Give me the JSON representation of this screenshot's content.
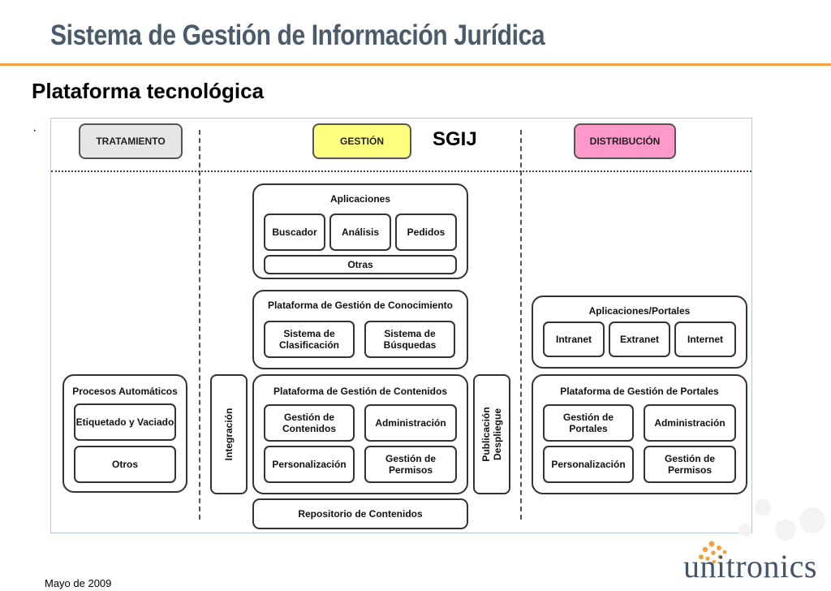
{
  "slide": {
    "title": "Sistema de Gestión de Información Jurídica",
    "subtitle": "Plataforma tecnológica",
    "bullet": "·",
    "footer": "Mayo de 2009",
    "logo": "unitronics"
  },
  "colors": {
    "title": "#4a5b6b",
    "accent_rule": "#f0a040",
    "tratamiento": "#e6e6e6",
    "gestion": "#ffff80",
    "distribucion": "#ff99cc",
    "logo_dots": "#f0a040"
  },
  "diagram": {
    "label": "SGIJ",
    "headers": {
      "tratamiento": "TRATAMIENTO",
      "gestion": "GESTIÓN",
      "distribucion": "DISTRIBUCIÓN"
    },
    "aplicaciones": {
      "title": "Aplicaciones",
      "items": [
        "Buscador",
        "Análisis",
        "Pedidos"
      ],
      "other": "Otras"
    },
    "conocimiento": {
      "title": "Plataforma de Gestión de Conocimiento",
      "items": [
        "Sistema de Clasificación",
        "Sistema de Búsquedas"
      ]
    },
    "procesos": {
      "title": "Procesos Automáticos",
      "items": [
        "Etiquetado y Vaciado",
        "Otros"
      ]
    },
    "integracion": "Integración",
    "contenidos": {
      "title": "Plataforma de Gestión de Contenidos",
      "items": [
        "Gestión de Contenidos",
        "Administración",
        "Personalización",
        "Gestión de Permisos"
      ]
    },
    "publicacion": [
      "Publicación",
      "Despliegue"
    ],
    "repositorio": "Repositorio de Contenidos",
    "portales_apps": {
      "title": "Aplicaciones/Portales",
      "items": [
        "Intranet",
        "Extranet",
        "Internet"
      ]
    },
    "portales": {
      "title": "Plataforma de Gestión de Portales",
      "items": [
        "Gestión de Portales",
        "Administración",
        "Personalización",
        "Gestión de Permisos"
      ]
    }
  }
}
